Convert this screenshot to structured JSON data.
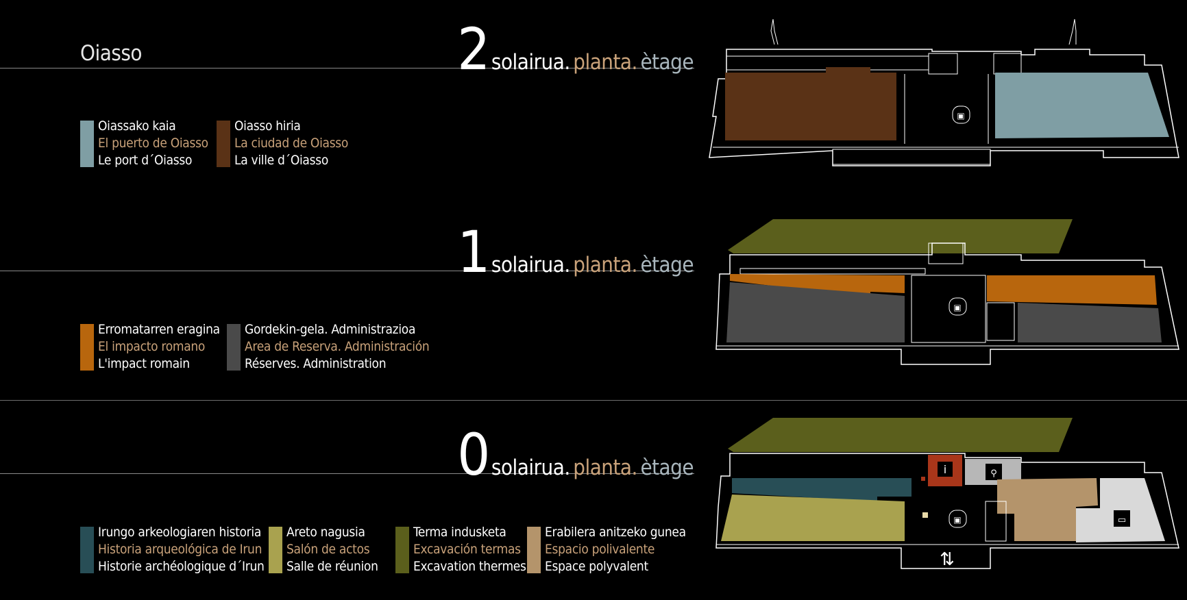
{
  "title": "Oiasso",
  "floor_words": {
    "solairua": "solairua.",
    "planta": "planta.",
    "etage": "ètage"
  },
  "colors": {
    "port": "#7f9ea4",
    "city": "#5a3216",
    "roman": "#b8660d",
    "reserve": "#4a4a4a",
    "history": "#284e56",
    "hall": "#a9a24f",
    "thermes": "#5b5f1c",
    "multi": "#b4946b",
    "light": "#d9d9d9",
    "info": "#a8361a"
  },
  "floors": [
    {
      "number": "2",
      "legend": [
        {
          "lines": [
            "Oiassako kaia",
            "El puerto de Oiasso",
            "Le port d´Oiasso"
          ]
        },
        {
          "lines": [
            "Oiasso hiria",
            "La ciudad de Oiasso",
            "La ville d´Oiasso"
          ]
        }
      ]
    },
    {
      "number": "1",
      "legend": [
        {
          "lines": [
            "Erromatarren eragina",
            "El impacto romano",
            "L'impact romain"
          ]
        },
        {
          "lines": [
            "Gordekin-gela. Administrazioa",
            "Area de Reserva. Administración",
            "Réserves. Administration"
          ]
        }
      ]
    },
    {
      "number": "0",
      "legend": [
        {
          "lines": [
            "Irungo arkeologiaren historia",
            "Historia arqueológica de Irun",
            "Historie archéologique d´Irun"
          ]
        },
        {
          "lines": [
            "Areto nagusia",
            "Salón de actos",
            "Salle de réunion"
          ]
        },
        {
          "lines": [
            "Terma indusketa",
            "Excavación termas",
            "Excavation thermes"
          ]
        },
        {
          "lines": [
            "Erabilera anitzeko gunea",
            "Espacio polivalente",
            "Espace polyvalent"
          ]
        }
      ]
    }
  ],
  "icons": {
    "info": "i",
    "toilets": "🚻",
    "cafe": "☕",
    "lift": "⇅",
    "stairs": "⇅"
  }
}
